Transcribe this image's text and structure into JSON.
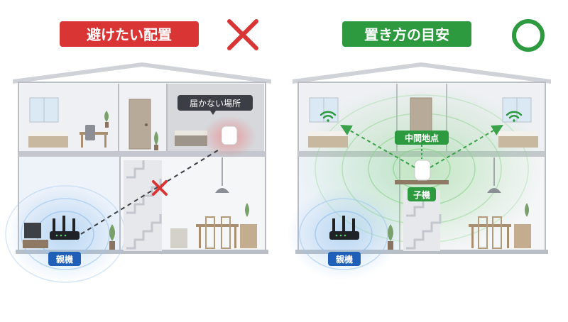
{
  "left_panel": {
    "heading": "避けたい配置",
    "verdict_icon": "cross-mark",
    "heading_color": "#d93535",
    "far_room_label": "届かない場所",
    "main_router_label": "親機"
  },
  "right_panel": {
    "heading": "置き方の目安",
    "verdict_icon": "circle-mark",
    "heading_color": "#2e9a3f",
    "midpoint_label": "中間地点",
    "satellite_label": "子機",
    "main_router_label": "親機"
  },
  "colors": {
    "bad": "#d93535",
    "good": "#2e9a3f",
    "router_badge": "#1f5fb8",
    "signal_blue": "#7fb2e8",
    "signal_green": "#6cc46f"
  }
}
